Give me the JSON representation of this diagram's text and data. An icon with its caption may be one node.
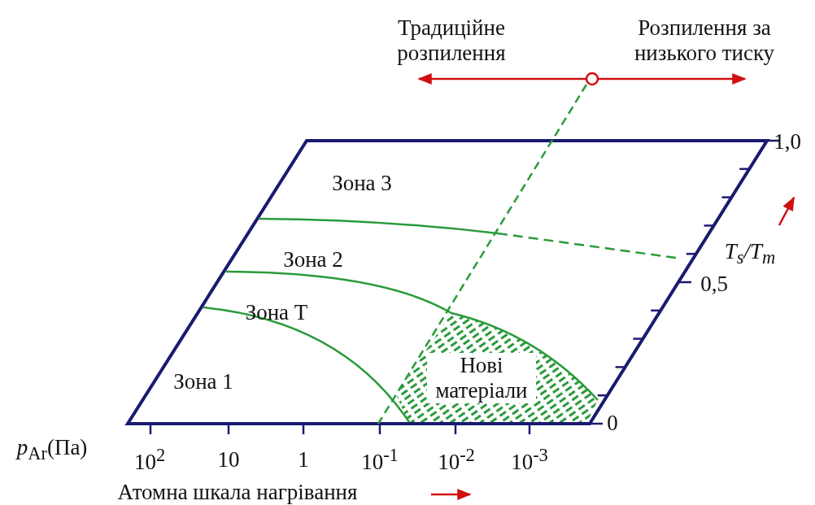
{
  "diagram": {
    "nodes": [
      {
        "text": [
          "Традиційне розпилення"
        ]
      },
      {
        "text": [],
        "shape": "circle"
      },
      {
        "text": [
          "Розпилення за низького тиску"
        ]
      }
    ],
    "edges": [
      {
        "from": 1,
        "to": 0,
        "arrow": "to"
      },
      {
        "from": 1,
        "to": 2,
        "arrow": "to"
      }
    ],
    "labels": [
      "1,0",
      "Зона 3",
      "Зона 2",
      "T$_{s}$/T$_{m}$",
      "0,5",
      "Зона T",
      "Нові матеріали",
      "Зона 1",
      "0",
      "*p*$_{Ar}$(Па)",
      "10$^{2}$",
      "10",
      "1",
      "10$^{-1}$",
      "10$^{-2}$",
      "10$^{-3}$",
      "Атомна шкала нагрівання"
    ]
  }
}
